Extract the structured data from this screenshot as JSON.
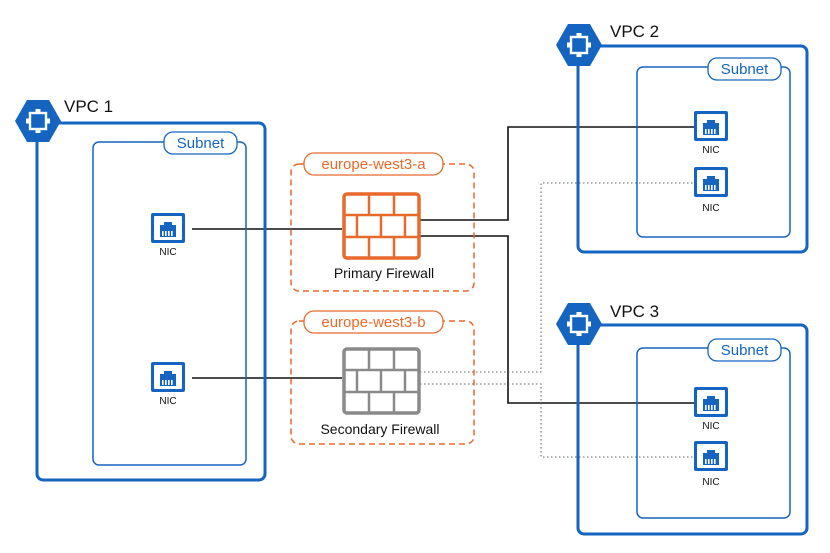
{
  "colors": {
    "vpc_border": "#1565c0",
    "subnet_border": "#1565c0",
    "zone_border": "#e8692c",
    "primary_firewall": "#e8692c",
    "secondary_firewall": "#8a8a8a",
    "link": "#111111",
    "standby_link": "#666666"
  },
  "vpcs": [
    {
      "label": "VPC 1",
      "icon": "vpc-hexagon-icon",
      "subnet": {
        "label": "Subnet",
        "nics": [
          "NIC",
          "NIC"
        ]
      }
    },
    {
      "label": "VPC 2",
      "icon": "vpc-hexagon-icon",
      "subnet": {
        "label": "Subnet",
        "nics": [
          "NIC",
          "NIC"
        ]
      }
    },
    {
      "label": "VPC 3",
      "icon": "vpc-hexagon-icon",
      "subnet": {
        "label": "Subnet",
        "nics": [
          "NIC",
          "NIC"
        ]
      }
    }
  ],
  "zones": [
    {
      "label": "europe-west3-a",
      "firewall": {
        "label": "Primary Firewall",
        "icon": "firewall-brick-icon",
        "state": "active"
      }
    },
    {
      "label": "europe-west3-b",
      "firewall": {
        "label": "Secondary Firewall",
        "icon": "firewall-brick-icon",
        "state": "standby"
      }
    }
  ],
  "connections": [
    {
      "from": "VPC 1 NIC",
      "to": "Primary Firewall",
      "style": "solid"
    },
    {
      "from": "VPC 1 NIC",
      "to": "Secondary Firewall",
      "style": "solid"
    },
    {
      "from": "Primary Firewall",
      "to": "VPC 2 NIC",
      "style": "solid"
    },
    {
      "from": "Primary Firewall",
      "to": "VPC 3 NIC",
      "style": "solid"
    },
    {
      "from": "Secondary Firewall",
      "to": "VPC 2 NIC",
      "style": "dotted"
    },
    {
      "from": "Secondary Firewall",
      "to": "VPC 3 NIC",
      "style": "dotted"
    }
  ]
}
